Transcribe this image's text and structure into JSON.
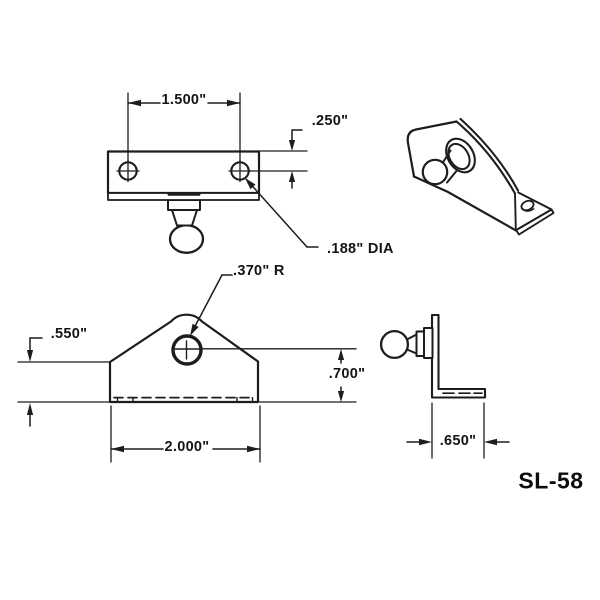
{
  "part_number": "SL-58",
  "dimensions": {
    "hole_spacing": "1.500\"",
    "hole_offset": ".250\"",
    "hole_diameter": ".188\" DIA",
    "tab_radius": ".370\" R",
    "shoulder_height": ".550\"",
    "center_height": ".700\"",
    "base_width": "2.000\"",
    "base_depth": ".650\""
  },
  "colors": {
    "line": "#1d1d1d",
    "text": "#141414",
    "background": "#ffffff"
  }
}
